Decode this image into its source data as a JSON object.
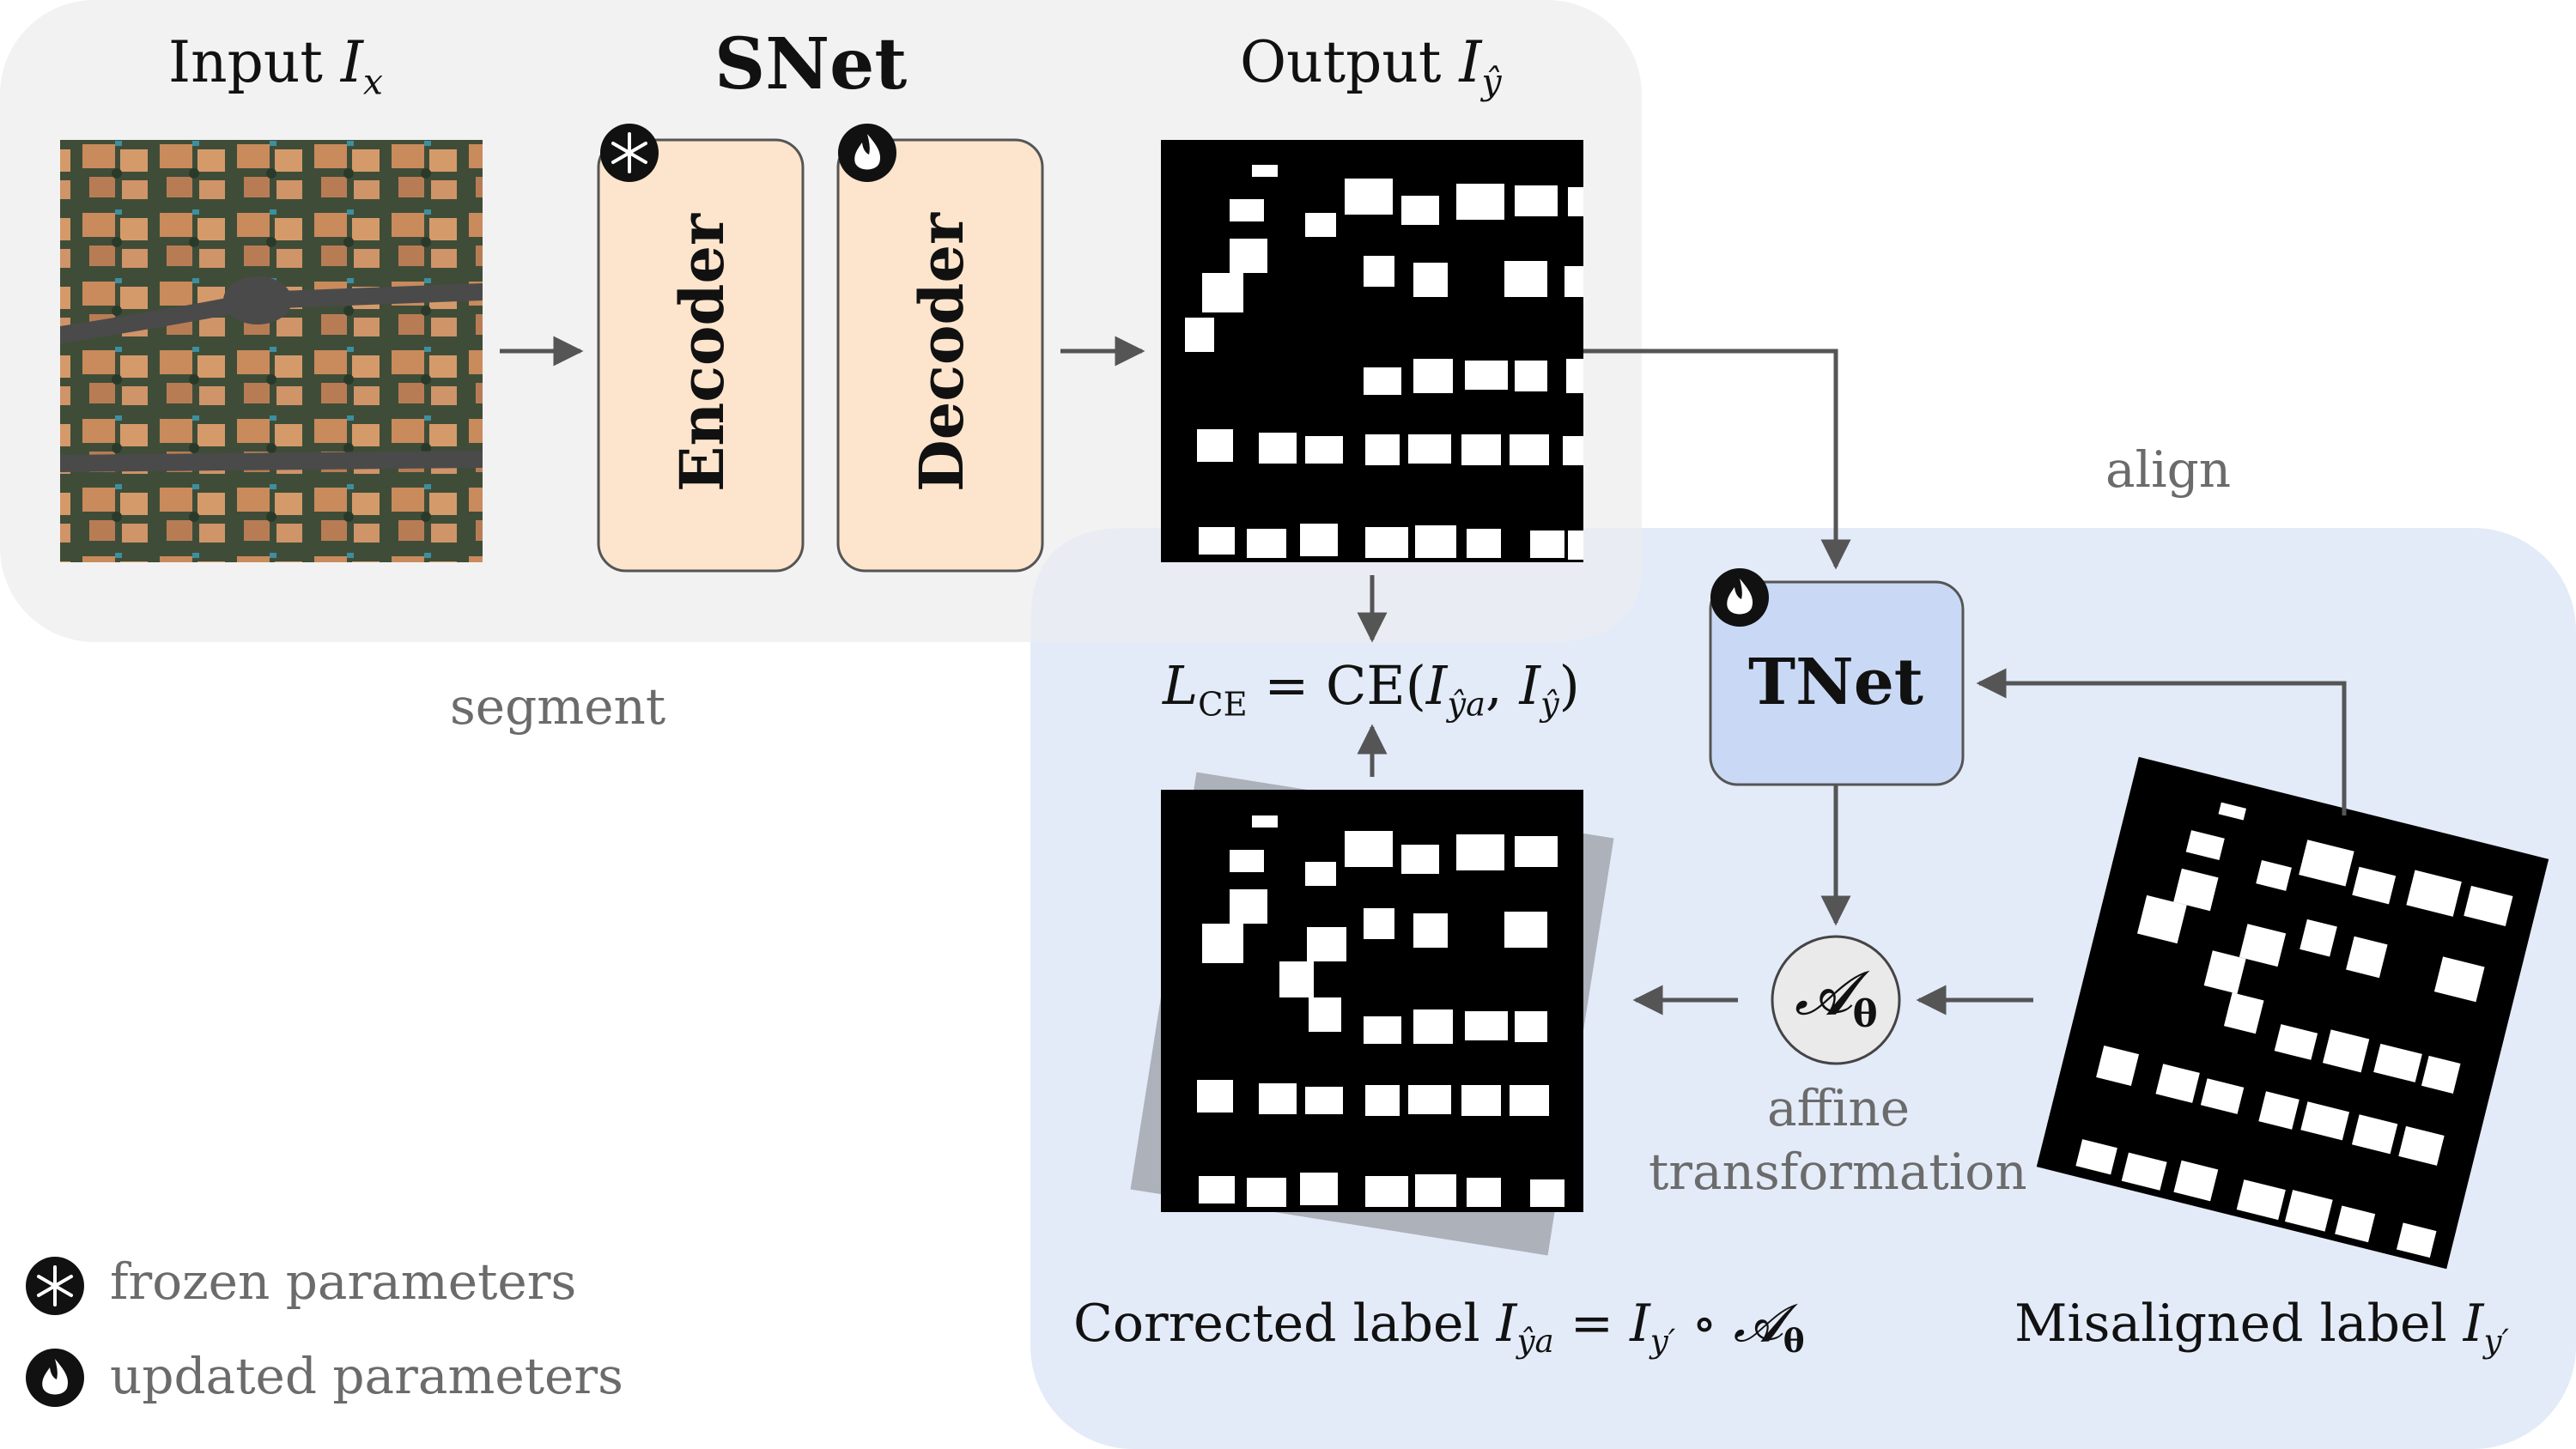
{
  "snet": {
    "title": "SNet",
    "input_title": "Input",
    "input_var": "I",
    "input_sub": "x",
    "encoder_label": "Encoder",
    "decoder_label": "Decoder",
    "output_title": "Output",
    "output_var": "I",
    "output_sub": "ŷ",
    "caption": "segment"
  },
  "tnet": {
    "label": "TNet",
    "caption": "align"
  },
  "loss": {
    "L": "L",
    "L_sub": "CE",
    "eq": " = CE(",
    "arg1_var": "I",
    "arg1_sub": "ŷa",
    "comma": ", ",
    "arg2_var": "I",
    "arg2_sub": "ŷ",
    "close": ")"
  },
  "affine": {
    "symbol": "𝓐",
    "symbol_sub": "θ",
    "line1": "affine",
    "line2": "transformation"
  },
  "corrected": {
    "prefix": "Corrected label ",
    "var": "I",
    "sub": "ŷa",
    "eq": " = ",
    "var2": "I",
    "sub2": "y′",
    "op": " ∘ ",
    "A": "𝓐",
    "A_sub": "θ"
  },
  "misaligned": {
    "prefix": "Misaligned label ",
    "var": "I",
    "sub": "y′"
  },
  "legend": {
    "frozen_icon": "snowflake-icon",
    "frozen_label": "frozen parameters",
    "updated_icon": "flame-icon",
    "updated_label": "updated parameters"
  },
  "colors": {
    "snet_panel": "#f2f2f2",
    "tnet_panel": "#e3ebf8",
    "encoder_fill": "#fce5cc",
    "tnet_fill": "#c9d9f5",
    "arrow": "#555555",
    "mask_bg": "#000000"
  }
}
